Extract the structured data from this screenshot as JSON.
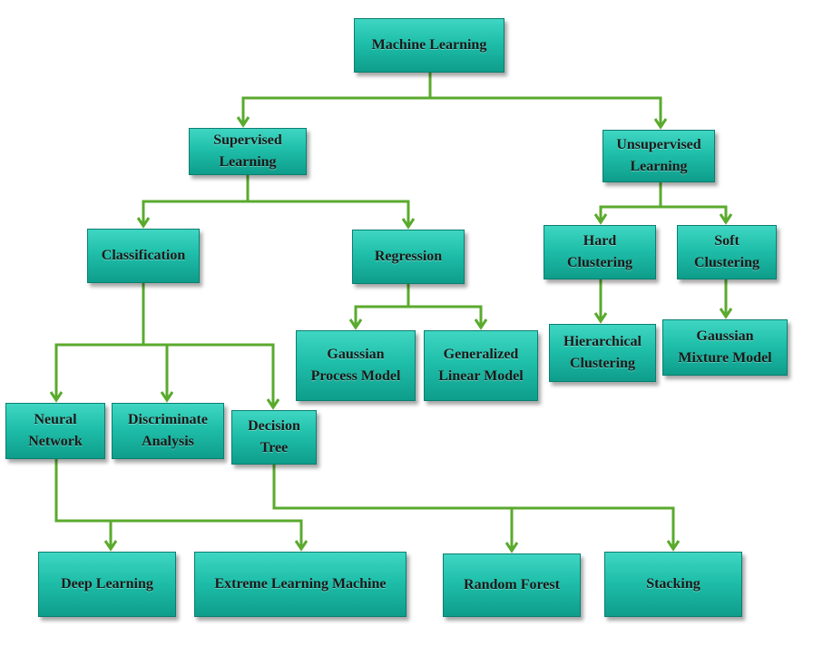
{
  "diagram": {
    "line_color": "#5aaa2e",
    "nodes": {
      "machine_learning": [
        "Machine Learning"
      ],
      "supervised": [
        "Supervised",
        "Learning"
      ],
      "unsupervised": [
        "Unsupervised",
        "Learning"
      ],
      "classification": [
        "Classification"
      ],
      "regression": [
        "Regression"
      ],
      "hard_clustering": [
        "Hard",
        "Clustering"
      ],
      "soft_clustering": [
        "Soft",
        "Clustering"
      ],
      "gaussian_process": [
        "Gaussian",
        "Process Model"
      ],
      "generalized_linear": [
        "Generalized",
        "Linear Model"
      ],
      "hierarchical": [
        "Hierarchical",
        "Clustering"
      ],
      "gaussian_mixture": [
        "Gaussian",
        "Mixture Model"
      ],
      "neural_network": [
        "Neural",
        "Network"
      ],
      "discriminate": [
        "Discriminate",
        "Analysis"
      ],
      "decision_tree": [
        "Decision",
        "Tree"
      ],
      "deep_learning": [
        "Deep Learning"
      ],
      "extreme_learning": [
        "Extreme Learning Machine"
      ],
      "random_forest": [
        "Random Forest"
      ],
      "stacking": [
        "Stacking"
      ]
    }
  }
}
